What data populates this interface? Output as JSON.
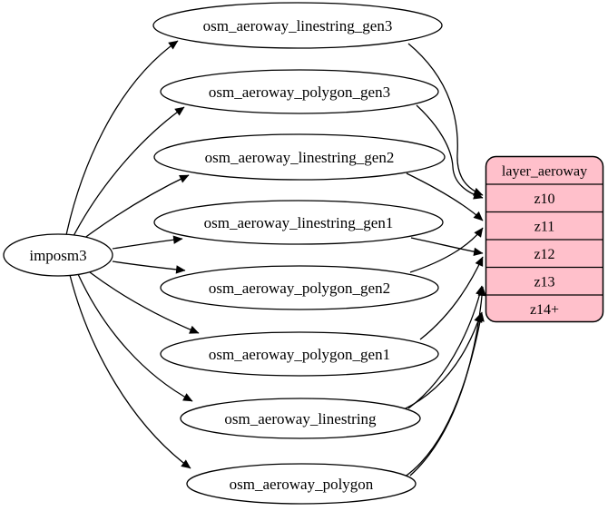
{
  "diagram": {
    "background": "#ffffff",
    "edge_color": "#000000",
    "source": {
      "label": "imposm3"
    },
    "tables": [
      {
        "label": "osm_aeroway_linestring_gen3"
      },
      {
        "label": "osm_aeroway_polygon_gen3"
      },
      {
        "label": "osm_aeroway_linestring_gen2"
      },
      {
        "label": "osm_aeroway_linestring_gen1"
      },
      {
        "label": "osm_aeroway_polygon_gen2"
      },
      {
        "label": "osm_aeroway_polygon_gen1"
      },
      {
        "label": "osm_aeroway_linestring"
      },
      {
        "label": "osm_aeroway_polygon"
      }
    ],
    "layer": {
      "title": "layer_aeroway",
      "fill": "#ffc0cb",
      "stroke": "#000000",
      "rows": [
        {
          "label": "z10"
        },
        {
          "label": "z11"
        },
        {
          "label": "z12"
        },
        {
          "label": "z13"
        },
        {
          "label": "z14+"
        }
      ]
    },
    "edges": [
      {
        "from": "imposm3",
        "to": "osm_aeroway_linestring_gen3"
      },
      {
        "from": "imposm3",
        "to": "osm_aeroway_polygon_gen3"
      },
      {
        "from": "imposm3",
        "to": "osm_aeroway_linestring_gen2"
      },
      {
        "from": "imposm3",
        "to": "osm_aeroway_linestring_gen1"
      },
      {
        "from": "imposm3",
        "to": "osm_aeroway_polygon_gen2"
      },
      {
        "from": "imposm3",
        "to": "osm_aeroway_polygon_gen1"
      },
      {
        "from": "imposm3",
        "to": "osm_aeroway_linestring"
      },
      {
        "from": "imposm3",
        "to": "osm_aeroway_polygon"
      },
      {
        "from": "osm_aeroway_linestring_gen3",
        "to": "layer_aeroway:z10"
      },
      {
        "from": "osm_aeroway_polygon_gen3",
        "to": "layer_aeroway:z10"
      },
      {
        "from": "osm_aeroway_linestring_gen2",
        "to": "layer_aeroway:z11"
      },
      {
        "from": "osm_aeroway_polygon_gen2",
        "to": "layer_aeroway:z11"
      },
      {
        "from": "osm_aeroway_linestring_gen1",
        "to": "layer_aeroway:z12"
      },
      {
        "from": "osm_aeroway_polygon_gen1",
        "to": "layer_aeroway:z12"
      },
      {
        "from": "osm_aeroway_linestring",
        "to": "layer_aeroway:z13"
      },
      {
        "from": "osm_aeroway_linestring",
        "to": "layer_aeroway:z14+"
      },
      {
        "from": "osm_aeroway_polygon",
        "to": "layer_aeroway:z13"
      },
      {
        "from": "osm_aeroway_polygon",
        "to": "layer_aeroway:z14+"
      }
    ]
  }
}
